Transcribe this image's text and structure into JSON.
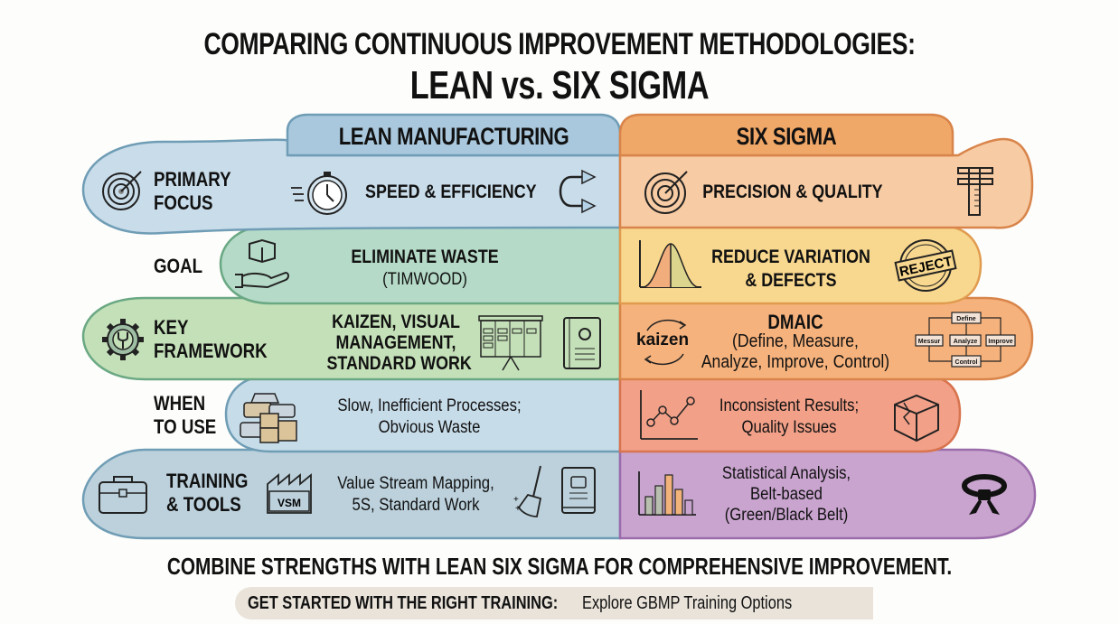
{
  "title": {
    "line1": "COMPARING CONTINUOUS IMPROVEMENT METHODOLOGIES:",
    "line2": "LEAN vs. SIX SIGMA"
  },
  "columns": {
    "lean": {
      "header": "LEAN MANUFACTURING",
      "color": "#a9c8dd"
    },
    "six_sigma": {
      "header": "SIX SIGMA",
      "color": "#f0a868"
    }
  },
  "rows": [
    {
      "label": "PRIMARY FOCUS",
      "label_lines": [
        "PRIMARY",
        "FOCUS"
      ],
      "icon": "target-icon",
      "lean": {
        "lines": [
          "SPEED & EFFICIENCY"
        ],
        "icons": [
          "stopwatch-icon",
          "u-turn-arrows-icon"
        ],
        "color": "#c9dcea"
      },
      "six_sigma": {
        "lines": [
          "PRECISION & QUALITY"
        ],
        "icons": [
          "target-icon",
          "caliper-icon"
        ],
        "color": "#f7cba3"
      }
    },
    {
      "label": "GOAL",
      "label_lines": [
        "GOAL"
      ],
      "icon": "none",
      "lean": {
        "lines": [
          "ELIMINATE WASTE",
          "(TIMWOOD)"
        ],
        "icons": [
          "hand-box-icon"
        ],
        "color": "#b5dac8"
      },
      "six_sigma": {
        "lines": [
          "REDUCE VARIATION",
          "& DEFECTS"
        ],
        "icons": [
          "bell-curve-icon",
          "reject-stamp-icon"
        ],
        "color": "#f8d78e"
      }
    },
    {
      "label": "KEY FRAMEWORK",
      "label_lines": [
        "KEY",
        "FRAMEWORK"
      ],
      "icon": "gear-wrench-icon",
      "lean": {
        "lines": [
          "KAIZEN, VISUAL",
          "MANAGEMENT,",
          "STANDARD WORK"
        ],
        "icons": [
          "kanban-board-icon",
          "manual-gear-icon"
        ],
        "color": "#c4e0b8"
      },
      "six_sigma": {
        "lines": [
          "DMAIC",
          "(Define, Measure,",
          "Analyze, Improve, Control)"
        ],
        "icons": [
          "kaizen-cycle-icon",
          "dmaic-flow-icon"
        ],
        "color": "#f6b27c",
        "kaizen_label": "kaizen",
        "dmaic_boxes": [
          "Define",
          "Messur",
          "Analyze",
          "Improve",
          "Control"
        ]
      }
    },
    {
      "label": "WHEN TO USE",
      "label_lines": [
        "WHEN",
        "TO USE"
      ],
      "icon": "none",
      "lean": {
        "lines": [
          "Slow, Inefficient Processes;",
          "Obvious Waste"
        ],
        "icons": [
          "traffic-boxes-icon"
        ],
        "color": "#c7dce9"
      },
      "six_sigma": {
        "lines": [
          "Inconsistent Results;",
          "Quality Issues"
        ],
        "icons": [
          "line-chart-icon",
          "broken-box-icon"
        ],
        "color": "#f2a088"
      }
    },
    {
      "label": "TRAINING & TOOLS",
      "label_lines": [
        "TRAINING",
        "& TOOLS"
      ],
      "icon": "briefcase-icon",
      "lean": {
        "lines": [
          "Value Stream Mapping,",
          "5S, Standard Work"
        ],
        "icons": [
          "vsm-factory-icon",
          "broom-icon",
          "book-icon"
        ],
        "color": "#bcd1dc",
        "vsm_label": "VSM"
      },
      "six_sigma": {
        "lines": [
          "Statistical Analysis,",
          "Belt-based",
          "(Green/Black Belt)"
        ],
        "icons": [
          "bar-chart-icon",
          "black-belt-icon"
        ],
        "color": "#c9a4cf"
      }
    }
  ],
  "footer": {
    "tagline": "COMBINE STRENGTHS WITH LEAN SIX SIGMA FOR COMPREHENSIVE IMPROVEMENT.",
    "cta_bold": "GET STARTED WITH THE RIGHT TRAINING:",
    "cta_link": "Explore GBMP Training Options"
  }
}
